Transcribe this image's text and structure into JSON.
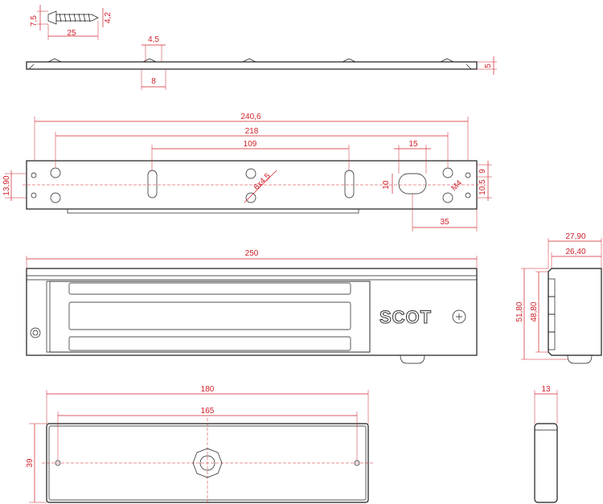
{
  "colors": {
    "dimension": "#d0202a",
    "outline": "#1a1a1a"
  },
  "screw": {
    "d1": "7,5",
    "length": "25",
    "d2": "4,2"
  },
  "plate_side": {
    "w1": "4,5",
    "w2": "8",
    "thickness": "5"
  },
  "plate_top": {
    "overall": "240,6",
    "holes": "218",
    "slots": "109",
    "slot_w": "15",
    "hole_note": "6x4,5",
    "height": "13,90",
    "slot_h": "10",
    "right_9": "9",
    "right_105": "10,5",
    "thread": "M4",
    "right_35": "35"
  },
  "magnet_front": {
    "length": "250",
    "logo": "SCOT"
  },
  "magnet_side": {
    "w1": "27,90",
    "w2": "26,40",
    "h1": "51,80",
    "h2": "48,80"
  },
  "armature_front": {
    "length": "180",
    "holes": "165",
    "height": "39"
  },
  "armature_side": {
    "thickness": "13"
  }
}
